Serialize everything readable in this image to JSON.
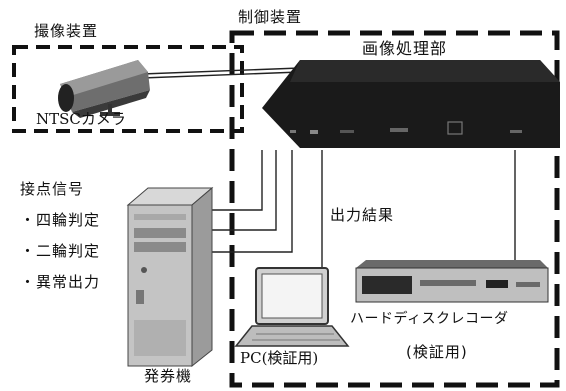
{
  "groups": {
    "camera_group_label": "撮像装置",
    "control_group_label": "制御装置"
  },
  "devices": {
    "image_processor": "画像処理部",
    "camera": "NTSCカメラ",
    "ticket_machine": "発券機",
    "pc": "PC(検証用)",
    "hdd_recorder": "ハードディスクレコーダ",
    "hdd_recorder_note": "(検証用)"
  },
  "signals": {
    "title": "接点信号",
    "items": [
      "・四輪判定",
      "・二輪判定",
      "・異常出力"
    ]
  },
  "connections": {
    "output_result": "出力結果"
  }
}
